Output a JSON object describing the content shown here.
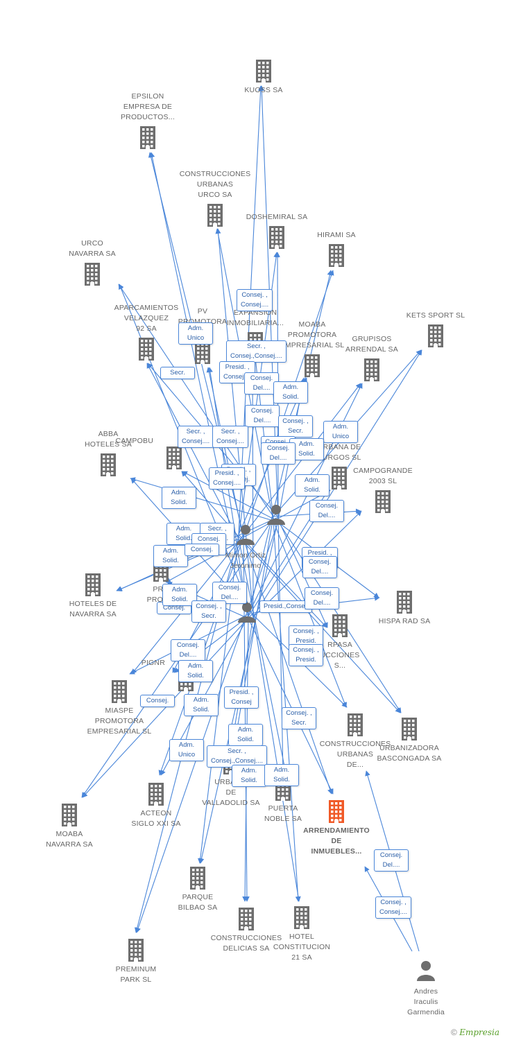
{
  "colors": {
    "edge": "#4a86d9",
    "building": "#6e6e6e",
    "main_building": "#f05a28",
    "person": "#6e6e6e"
  },
  "nodes": [
    {
      "id": "kuoss",
      "label": "KUOSS SA",
      "icon": "building-icon"
    },
    {
      "id": "epsilon",
      "label": "EPSILON\nEMPRESA DE\nPRODUCTOS...",
      "icon": "building-icon"
    },
    {
      "id": "urco_urb",
      "label": "CONSTRUCCIONES\nURBANAS\nURCO SA",
      "icon": "building-icon"
    },
    {
      "id": "doshemiral",
      "label": "DOSHEMIRAL SA",
      "icon": "building-icon"
    },
    {
      "id": "hirami",
      "label": "HIRAMI SA",
      "icon": "building-icon"
    },
    {
      "id": "urco_nav",
      "label": "URCO\nNAVARRA SA",
      "icon": "building-icon"
    },
    {
      "id": "kets",
      "label": "KETS SPORT SL",
      "icon": "building-icon"
    },
    {
      "id": "aparcamientos",
      "label": "APARCAMIENTOS\nVELAZQUEZ\n92 SA",
      "icon": "building-icon"
    },
    {
      "id": "pv",
      "label": "PV\nPROMOTORA\nA SL",
      "icon": "building-icon"
    },
    {
      "id": "expansion",
      "label": "EXPANSION\nINMOBILIARIA...",
      "icon": "building-icon"
    },
    {
      "id": "moaba_prom",
      "label": "MOABA\nPROMOTORA\nEMPRESARIAL SL",
      "icon": "building-icon"
    },
    {
      "id": "grupisos",
      "label": "GRUPISOS\nARRENDAL SA",
      "icon": "building-icon"
    },
    {
      "id": "abba",
      "label": "ABBA\nHOTELES SA",
      "icon": "building-icon"
    },
    {
      "id": "campobu",
      "label": "CAMPOBU",
      "icon": "building-icon"
    },
    {
      "id": "burgos",
      "label": "URBANA DE\nBURGOS SL",
      "icon": "building-icon"
    },
    {
      "id": "campogrande",
      "label": "CAMPOGRANDE\n2003 SL",
      "icon": "building-icon"
    },
    {
      "id": "hoteles_nav",
      "label": "HOTELES DE\nNAVARRA SA",
      "icon": "building-icon"
    },
    {
      "id": "promo_d",
      "label": "PRO\nPROMO\nD",
      "icon": "building-icon"
    },
    {
      "id": "hispa",
      "label": "HISPA RAD SA",
      "icon": "building-icon"
    },
    {
      "id": "arpasa",
      "label": "RPASA\nUCCIONES\nS...",
      "icon": "building-icon"
    },
    {
      "id": "miaspe",
      "label": "MIASPE\nPROMOTORA\nEMPRESARIAL SL",
      "icon": "building-icon"
    },
    {
      "id": "construc_de",
      "label": "CONSTRUCCIONES\nURBANAS\nDE...",
      "icon": "building-icon"
    },
    {
      "id": "bascongada",
      "label": "URBANIZADORA\nBASCONGADA SA",
      "icon": "building-icon"
    },
    {
      "id": "acteon",
      "label": "ACTEON\nSIGLO XXI SA",
      "icon": "building-icon"
    },
    {
      "id": "valladolid",
      "label": "URBANIZ\nDE\nVALLADOLID SA",
      "icon": "building-icon"
    },
    {
      "id": "puerta",
      "label": "PUERTA\nNOBLE SA",
      "icon": "building-icon"
    },
    {
      "id": "arrendamiento",
      "label": "ARRENDAMIENTO\nDE\nINMUEBLES...",
      "icon": "building-icon",
      "main": true
    },
    {
      "id": "moaba_nav",
      "label": "MOABA\nNAVARRA SA",
      "icon": "building-icon"
    },
    {
      "id": "parque",
      "label": "PARQUE\nBILBAO SA",
      "icon": "building-icon"
    },
    {
      "id": "delicias",
      "label": "CONSTRUCCIONES\nDELICIAS SA",
      "icon": "building-icon"
    },
    {
      "id": "constitucion",
      "label": "HOTEL\nCONSTITUCION\n21 SA",
      "icon": "building-icon"
    },
    {
      "id": "preminum",
      "label": "PREMINUM\nPARK SL",
      "icon": "building-icon"
    },
    {
      "id": "pigm",
      "label": "PIGNR",
      "icon": "building-icon"
    },
    {
      "id": "mimon",
      "label": "Mimon Ortiz\nJeronimo",
      "icon": "person-icon"
    },
    {
      "id": "person_b",
      "label": "",
      "icon": "person-icon"
    },
    {
      "id": "person_c",
      "label": "",
      "icon": "person-icon"
    },
    {
      "id": "andres",
      "label": "Andres\nIraculis\nGarmendia",
      "icon": "person-icon"
    }
  ],
  "badges": [
    "Consej. ,\nConsej....",
    "Adm.\nUnico",
    "Secr. ,\nConsej.,Consej....",
    "Presid. ,\nConsej....",
    "Consej.\nDel....",
    "Adm.\nSolid.",
    "Secr.",
    "Consej.\nDel....",
    "Consej. ,\nSecr.",
    "Adm.\nUnico",
    "Secr. ,\nConsej....",
    "Secr. ,\nConsej....",
    "Consej. ,\nDel....",
    "Adm.\nSolid.",
    "Consej.\nDel....",
    "Presid. ,\nConsej.",
    "Presid. ,\nConsej....",
    "Adm.\nSolid.",
    "Adm.\nSolid.",
    "Consej.\nDel....",
    "Adm.\nSolid.",
    "Secr. ,\nConsej.",
    "Adm.\nSolid.",
    "Presid. ,\nConsej....",
    "Consej.\nDel....",
    "Consej.\nDel....",
    "Consej.",
    "Adm.\nSolid.",
    "Consej.\nDel....",
    "Consej.",
    "Presid.,Consej.",
    "Consej.\nDel....",
    "Consej. ,\nSecr.",
    "Consej. ,\nPresid.",
    "Consej.\nDel....",
    "Adm.\nSolid.",
    "Consej.",
    "Consej. ,\nPresid.",
    "Adm.\nSolid.",
    "Presid. ,\nConsej",
    "Consej. ,\nSecr.",
    "Adm.\nUnico",
    "Adm.\nSolid.",
    "Secr. ,\nConsej.,Consej....",
    "Adm.\nSolid.",
    "Adm.\nSolid.",
    "Consej.\nDel....",
    "Consej. ,\nConsej...."
  ],
  "footer": {
    "copyright": "©",
    "brand": "Empresia"
  }
}
